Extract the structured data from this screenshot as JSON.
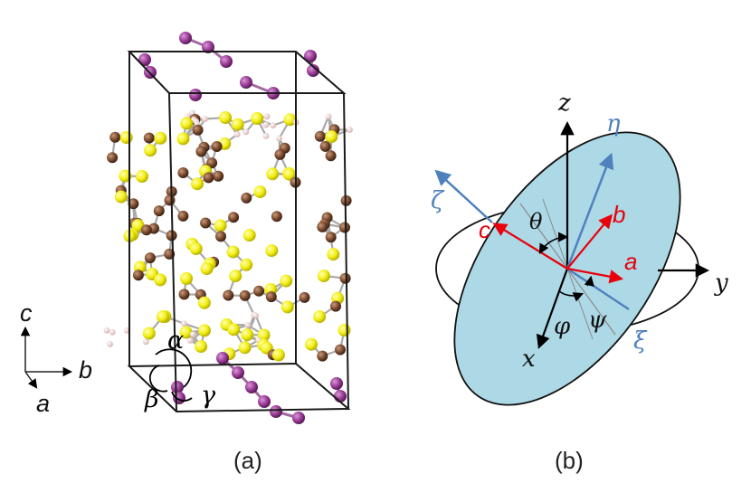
{
  "panel_a": {
    "caption": "(a)",
    "axes": {
      "c": "c",
      "b": "b",
      "a": "a"
    },
    "angles": {
      "alpha": "α",
      "beta": "β",
      "gamma": "γ"
    },
    "colors": {
      "sulfur": "#f2ee13",
      "carbon": "#7b4a2e",
      "hydrogen": "#e8c9c7",
      "iodine": "#9a3c98",
      "bond": "#a9a9a9",
      "cell": "#1a1a1a"
    }
  },
  "panel_b": {
    "caption": "(b)",
    "lab_axes": {
      "z": "z",
      "y": "y",
      "x": "x"
    },
    "crystal_axes": {
      "a": "a",
      "b": "b",
      "c": "c"
    },
    "principal_axes": {
      "eta": "η",
      "zeta": "ζ",
      "xi": "ξ"
    },
    "angles": {
      "theta": "θ",
      "phi": "φ",
      "psi": "ψ"
    },
    "colors": {
      "plane_fill": "#add8e6",
      "crystal_axes": "#e8000b",
      "principal_axes": "#4f81bd",
      "lab_axes": "#000000"
    }
  }
}
